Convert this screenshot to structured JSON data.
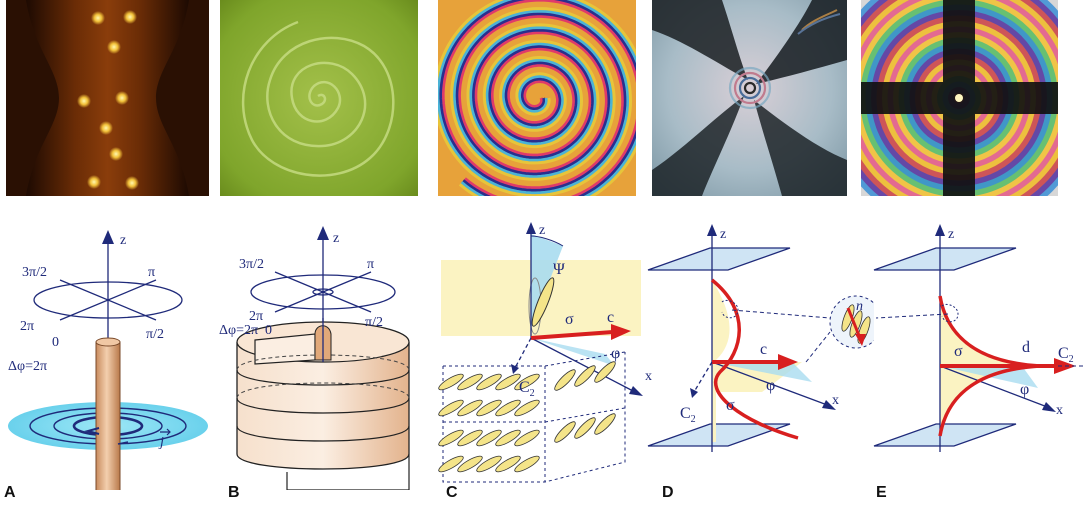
{
  "panels": [
    {
      "letter": "A"
    },
    {
      "letter": "B"
    },
    {
      "letter": "C"
    },
    {
      "letter": "D"
    },
    {
      "letter": "E"
    }
  ],
  "diagram_a": {
    "axis_z": "z",
    "pi": "π",
    "three_pi_half": "3π/2",
    "pi_half": "π/2",
    "two_pi": "2π",
    "zero": "0",
    "delta_phi": "Δφ=2π",
    "current": "j"
  },
  "diagram_b": {
    "axis_z": "z",
    "pi": "π",
    "three_pi_half": "3π/2",
    "pi_half": "π/2",
    "two_pi": "2π",
    "zero": "0",
    "delta_phi": "Δφ=2π"
  },
  "diagram_c": {
    "axis_z": "z",
    "axis_x": "x",
    "psi": "Ψ",
    "sigma": "σ",
    "vec_c": "c",
    "phi": "φ",
    "c2": "C"
  },
  "diagram_d": {
    "axis_z": "z",
    "axis_x": "x",
    "sigma_low": "σ",
    "vec_c": "c",
    "phi": "φ",
    "c2": "C",
    "vec_n": "n"
  },
  "diagram_e": {
    "axis_z": "z",
    "axis_x": "x",
    "sigma": "σ",
    "vec_d": "d",
    "phi": "φ",
    "c2": "C"
  },
  "colors": {
    "axis": "#1f2a7a",
    "red": "#d81f1f",
    "copper": "#e6b48f",
    "plane": "#cfe4f4",
    "yellow": "#fbf3c2",
    "cyan": "#8fdff2"
  }
}
